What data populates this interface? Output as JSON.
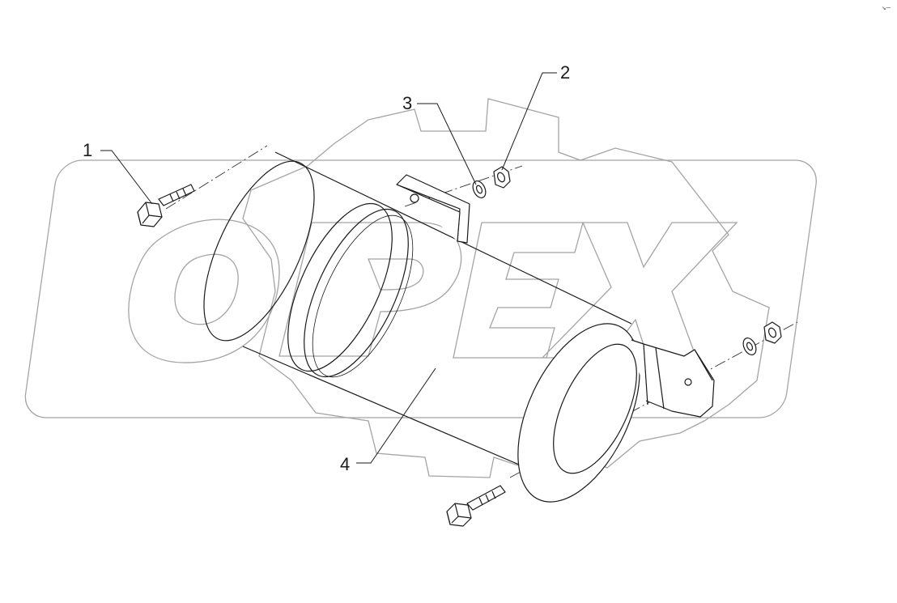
{
  "watermark": {
    "text": "OPEX"
  },
  "callouts": [
    {
      "id": "1",
      "label": "1"
    },
    {
      "id": "2",
      "label": "2"
    },
    {
      "id": "3",
      "label": "3"
    },
    {
      "id": "4",
      "label": "4"
    }
  ],
  "corner_mark": "↘—",
  "colors": {
    "line": "#1a1a1a",
    "watermark": "#9a9a9a",
    "background": "#ffffff"
  }
}
